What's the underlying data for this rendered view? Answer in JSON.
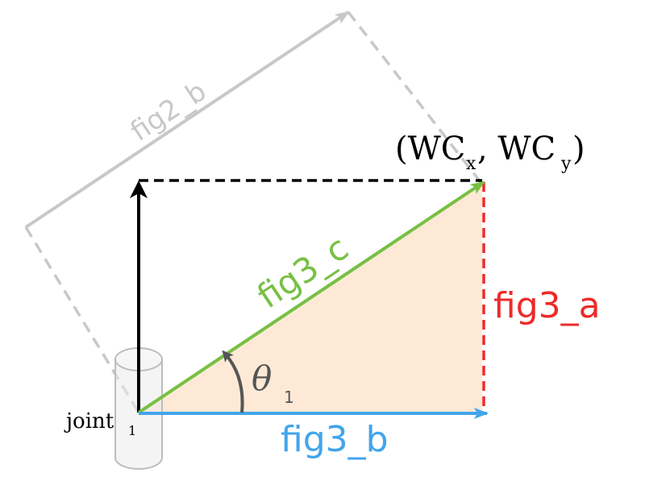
{
  "labels": {
    "fig2_b": "fig2_b",
    "fig3_c": "fig3_c",
    "fig3_a": "fig3_a",
    "fig3_b": "fig3_b",
    "theta": "θ",
    "theta_sub": "1",
    "joint": "joint",
    "joint_sub": "1",
    "wc_open": "(WC",
    "wc_x_sub": "x",
    "wc_mid": ", WC",
    "wc_y_sub": "y",
    "wc_close": ")"
  },
  "colors": {
    "fig2_b": "#c8c8c8",
    "fig3_c": "#76c043",
    "fig3_a": "#ee2a2a",
    "fig3_b": "#42a5ec",
    "triangle_fill": "#fde9d6",
    "axis": "#000000",
    "theta_arrow": "#555555",
    "cylinder": "#bdbdbd"
  }
}
